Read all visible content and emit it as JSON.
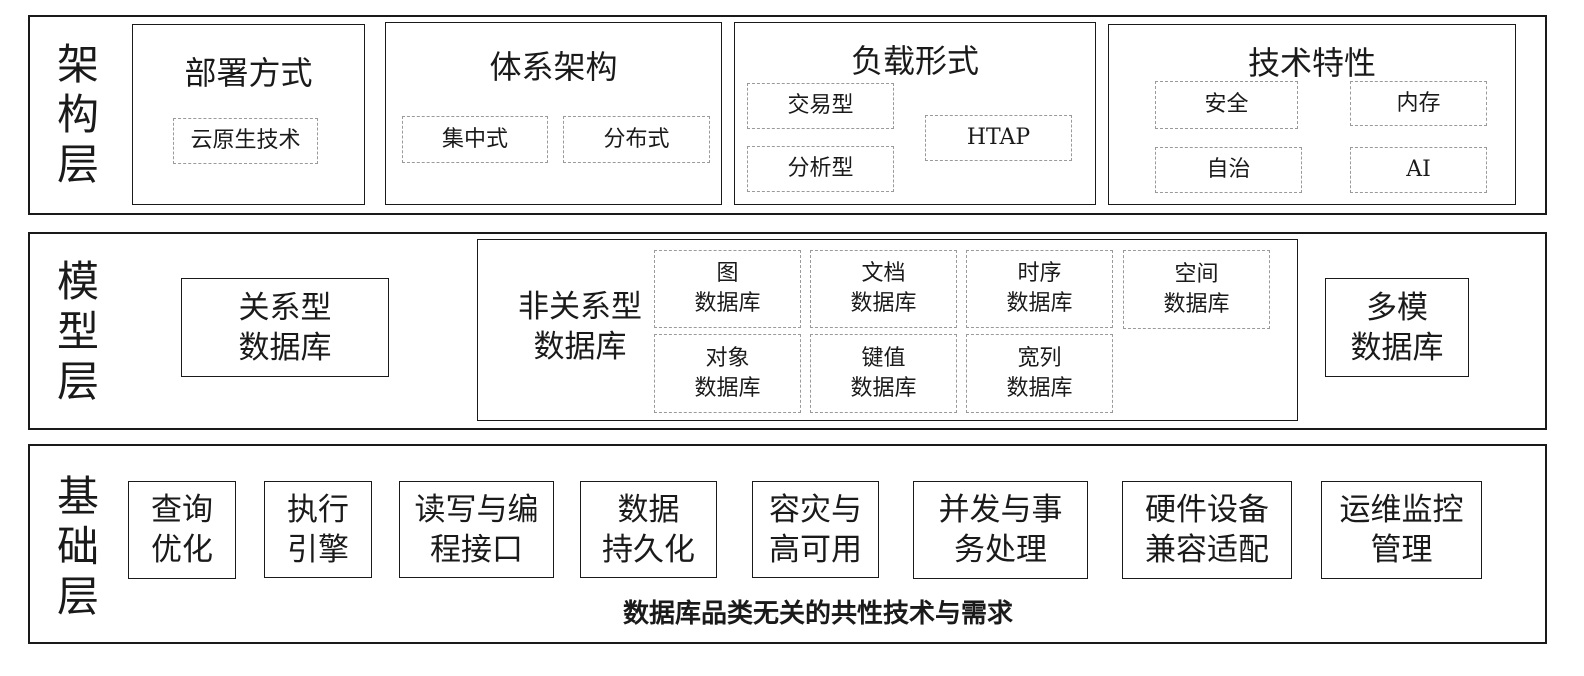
{
  "architecture_layer": {
    "label": "架\n构\n层",
    "deployment": {
      "title": "部署方式",
      "items": [
        "云原生技术"
      ]
    },
    "system_architecture": {
      "title": "体系架构",
      "items": [
        "集中式",
        "分布式"
      ]
    },
    "workload": {
      "title": "负载形式",
      "items": [
        "交易型",
        "分析型",
        "HTAP"
      ]
    },
    "tech_features": {
      "title": "技术特性",
      "items": [
        "安全",
        "内存",
        "自治",
        "AI"
      ]
    }
  },
  "model_layer": {
    "label": "模\n型\n层",
    "relational": "关系型\n数据库",
    "nonrelational": {
      "title": "非关系型\n数据库",
      "items": [
        "图\n数据库",
        "文档\n数据库",
        "时序\n数据库",
        "空间\n数据库",
        "对象\n数据库",
        "键值\n数据库",
        "宽列\n数据库"
      ]
    },
    "multimodel": "多模\n数据库"
  },
  "foundation_layer": {
    "label": "基\n础\n层",
    "items": [
      "查询\n优化",
      "执行\n引擎",
      "读写与编\n程接口",
      "数据\n持久化",
      "容灾与\n高可用",
      "并发与事\n务处理",
      "硬件设备\n兼容适配",
      "运维监控\n管理"
    ],
    "footer": "数据库品类无关的共性技术与需求"
  }
}
